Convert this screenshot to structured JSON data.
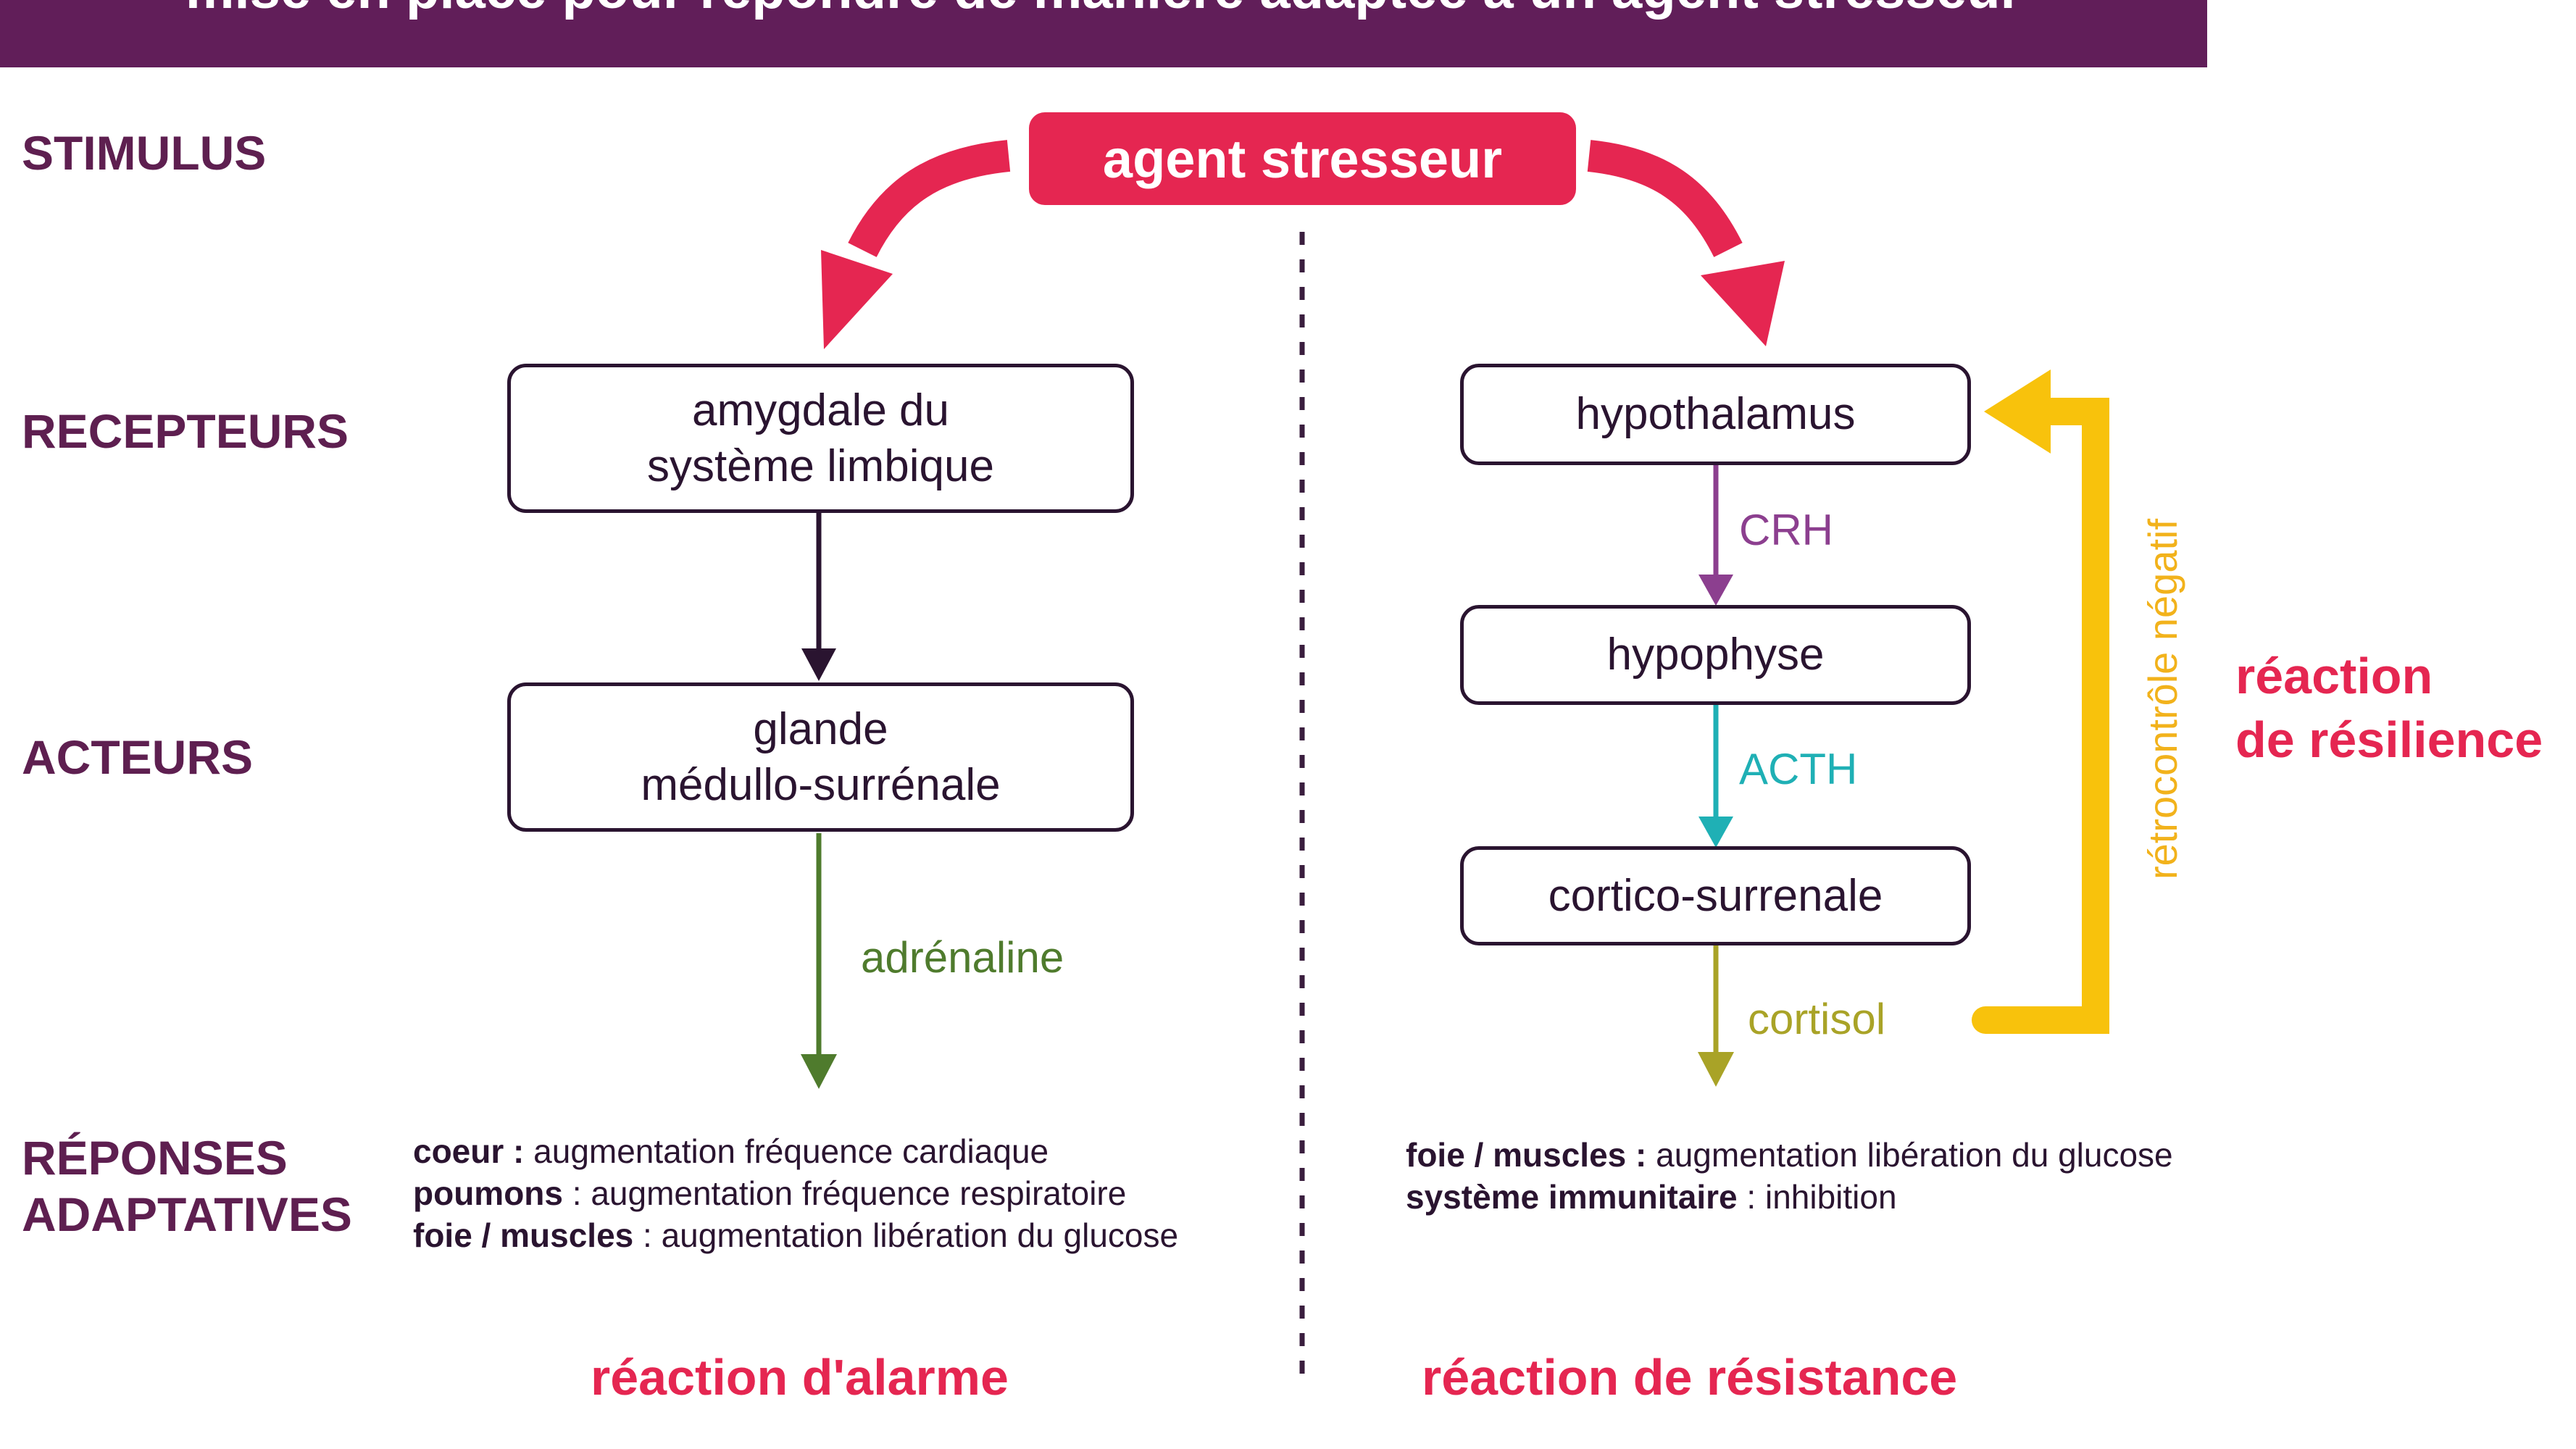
{
  "header": {
    "title": "mise en place pour répondre de manière adaptée à un agent stresseur"
  },
  "rows": {
    "stimulus": "STIMULUS",
    "recepteurs": "RECEPTEURS",
    "acteurs": "ACTEURS",
    "reponses_line1": "RÉPONSES",
    "reponses_line2": "ADAPTATIVES"
  },
  "stimulus": {
    "label": "agent stresseur"
  },
  "left": {
    "receptor_line1": "amygdale du",
    "receptor_line2": "système limbique",
    "actor_line1": "glande",
    "actor_line2": "médullo-surrénale",
    "hormone": "adrénaline",
    "responses": [
      {
        "organ": "coeur :",
        "effect": "  augmentation fréquence cardiaque"
      },
      {
        "organ": "poumons",
        "effect": " : augmentation fréquence respiratoire"
      },
      {
        "organ": "foie / muscles",
        "effect": " : augmentation libération du glucose"
      }
    ],
    "reaction": "réaction d'alarme"
  },
  "right": {
    "hypothalamus": "hypothalamus",
    "crh": "CRH",
    "hypophyse": "hypophyse",
    "acth": "ACTH",
    "cortico": "cortico-surrenale",
    "cortisol": "cortisol",
    "feedback": "rétrocontrôle négatif",
    "responses": [
      {
        "organ": "foie / muscles :",
        "effect": "  augmentation libération du glucose"
      },
      {
        "organ": "système immunitaire",
        "effect": " : inhibition"
      }
    ],
    "reaction": "réaction de résistance",
    "resilience_line1": "réaction",
    "resilience_line2": "de résilience"
  },
  "colors": {
    "header_bg": "#611e59",
    "label_purple": "#5e1f50",
    "stimulus_red": "#e52651",
    "box_border": "#2a1430",
    "adrenaline_green": "#4f7b2d",
    "crh_purple": "#8c3f8f",
    "acth_teal": "#1fb0b5",
    "cortisol_olive": "#a9a327",
    "feedback_yellow": "#f8c20c"
  },
  "icons": {
    "arrow_left": "curved-arrow-left",
    "arrow_right": "curved-arrow-right"
  }
}
